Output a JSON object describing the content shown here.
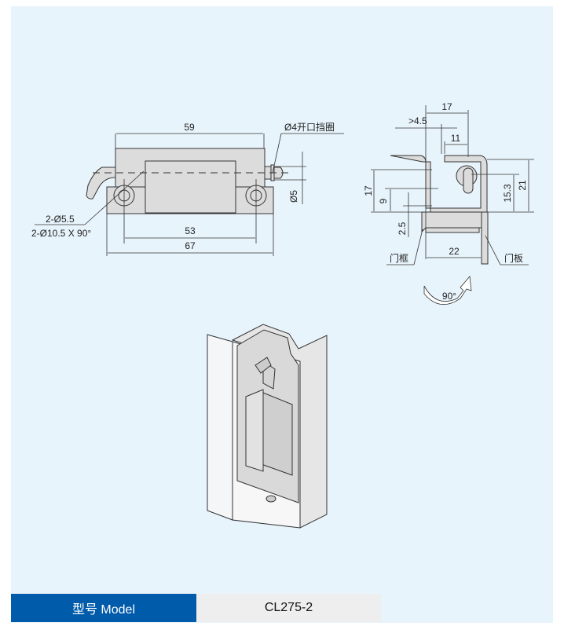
{
  "front_view": {
    "dim_top": "59",
    "dim_bolt": "53",
    "dim_total": "67",
    "dim_pin": "Ø5",
    "retainer_note": "Ø4开口挡圈",
    "hole_note_1": "2-Ø5.5",
    "hole_note_2": "2-Ø10.5 X 90°"
  },
  "side_view": {
    "dim_17_top": "17",
    "dim_gap": ">4.5",
    "dim_11": "11",
    "dim_17_left": "17",
    "dim_9": "9",
    "dim_2_5": "2.5",
    "dim_15_3": "15.3",
    "dim_21": "21",
    "dim_22": "22",
    "label_frame": "门框",
    "label_door": "门板",
    "rotation": "90°"
  },
  "model": {
    "label": "型号 Model",
    "value": "CL275-2"
  }
}
